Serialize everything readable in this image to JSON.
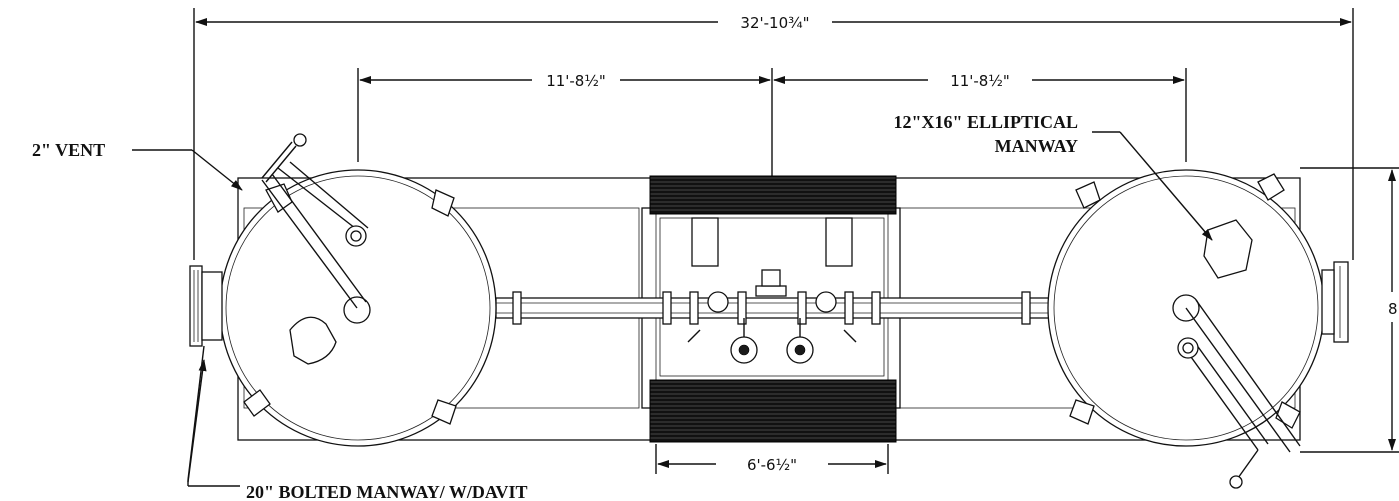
{
  "dimensions": {
    "overall_length": "32'-10¾\"",
    "left_span": "11'-8½\"",
    "right_span": "11'-8½\"",
    "skid_width": "6'-6½\"",
    "height_partial": "8"
  },
  "callouts": {
    "vent": "2\" VENT",
    "elliptical_manway_line1": "12\"X16\" ELLIPTICAL",
    "elliptical_manway_line2": "MANWAY",
    "bolted_manway": "20\" BOLTED MANWAY/ W/DAVIT"
  }
}
